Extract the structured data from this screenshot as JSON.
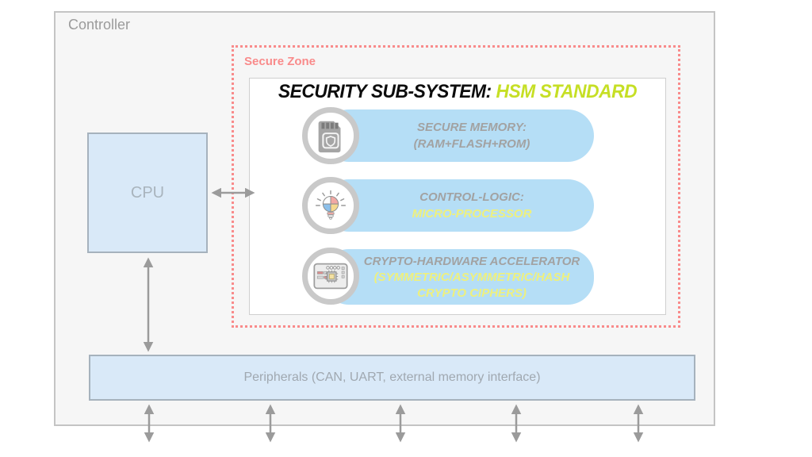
{
  "controller": {
    "label": "Controller"
  },
  "cpu": {
    "label": "CPU"
  },
  "secure_zone": {
    "label": "Secure Zone"
  },
  "subsystem": {
    "title": "SECURITY SUB-SYSTEM:",
    "title_highlight": "HSM STANDARD",
    "rows": [
      {
        "icon": "sd-card-shield-icon",
        "line1": "SECURE MEMORY:",
        "line2": "(RAM+FLASH+ROM)"
      },
      {
        "icon": "lightbulb-puzzle-icon",
        "line1": "CONTROL-LOGIC:",
        "line2": "MICRO-PROCESSOR"
      },
      {
        "icon": "circuit-board-icon",
        "line1": "CRYPTO-HARDWARE ACCELERATOR",
        "line2": "(SYMMETRIC/ASYMMETRIC/HASH CRYPTO CIPHERS)"
      }
    ]
  },
  "peripherals": {
    "label": "Peripherals (CAN, UART, external memory interface)"
  },
  "colors": {
    "secure_zone_red": "#f98b8b",
    "box_blue": "#d9e9f8",
    "pill_blue": "#b5def6",
    "title_black": "#0c0c0c",
    "title_lime": "#c6df25",
    "text_gray": "#a2a2a2",
    "text_yellow": "#eef07e",
    "arrow_gray": "#9b9b9b"
  }
}
